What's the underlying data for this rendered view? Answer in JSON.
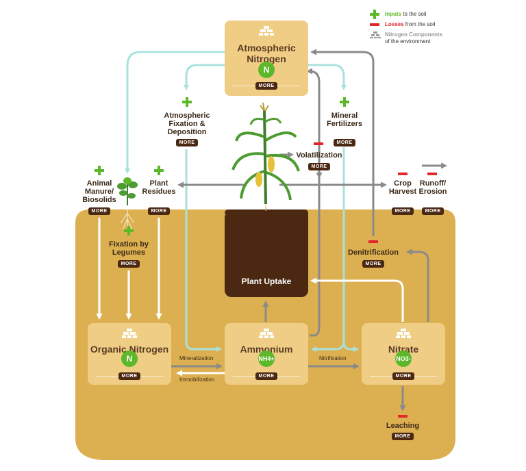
{
  "legend": {
    "inputs_bold": "Inputs",
    "inputs_rest": " to the soil",
    "losses_bold": "Losses",
    "losses_rest": " from the soil",
    "components_bold": "Nitrogen Components",
    "components_rest": "of the environment"
  },
  "boxes": {
    "atmospheric": {
      "line1": "Atmospheric",
      "line2": "Nitrogen",
      "badge": "N",
      "more": "MORE"
    },
    "organic": {
      "title": "Organic Nitrogen",
      "badge": "N",
      "more": "MORE"
    },
    "ammonium": {
      "title": "Ammonium",
      "badge": "NH4+",
      "more": "MORE"
    },
    "nitrate": {
      "title": "Nitrate",
      "badge": "NO3-",
      "more": "MORE"
    },
    "uptake": {
      "title": "Plant Uptake"
    }
  },
  "processes": {
    "atm_fixation": {
      "line1": "Atmospheric",
      "line2": "Fixation &",
      "line3": "Deposition",
      "more": "MORE"
    },
    "mineral_fert": {
      "line1": "Mineral",
      "line2": "Fertilizers",
      "more": "MORE"
    },
    "volatilization": {
      "label": "Volatilization",
      "more": "MORE"
    },
    "animal_manure": {
      "line1": "Animal",
      "line2": "Manure/",
      "line3": "Biosolids",
      "more": "MORE"
    },
    "plant_residues": {
      "line1": "Plant",
      "line2": "Residues",
      "more": "MORE"
    },
    "crop_harvest": {
      "line1": "Crop",
      "line2": "Harvest",
      "more": "MORE"
    },
    "runoff": {
      "line1": "Runoff/",
      "line2": "Erosion",
      "more": "MORE"
    },
    "fixation_legumes": {
      "line1": "Fixation by",
      "line2": "Legumes",
      "more": "MORE"
    },
    "denitrification": {
      "label": "Denitrification",
      "more": "MORE"
    },
    "leaching": {
      "label": "Leaching",
      "more": "MORE"
    },
    "mineralization": {
      "label": "Mineralization"
    },
    "immobilization": {
      "label": "Immobilization"
    },
    "nitrification": {
      "label": "Nitrification"
    }
  },
  "colors": {
    "soil": "#dcb050",
    "box": "#efcd85",
    "dark_brown": "#4a2812",
    "input_green": "#5cb82a",
    "loss_red": "#e2262c",
    "arrow_cyan": "#a9e2dc",
    "arrow_grey": "#8a8a8a",
    "arrow_white": "#ffffff"
  }
}
